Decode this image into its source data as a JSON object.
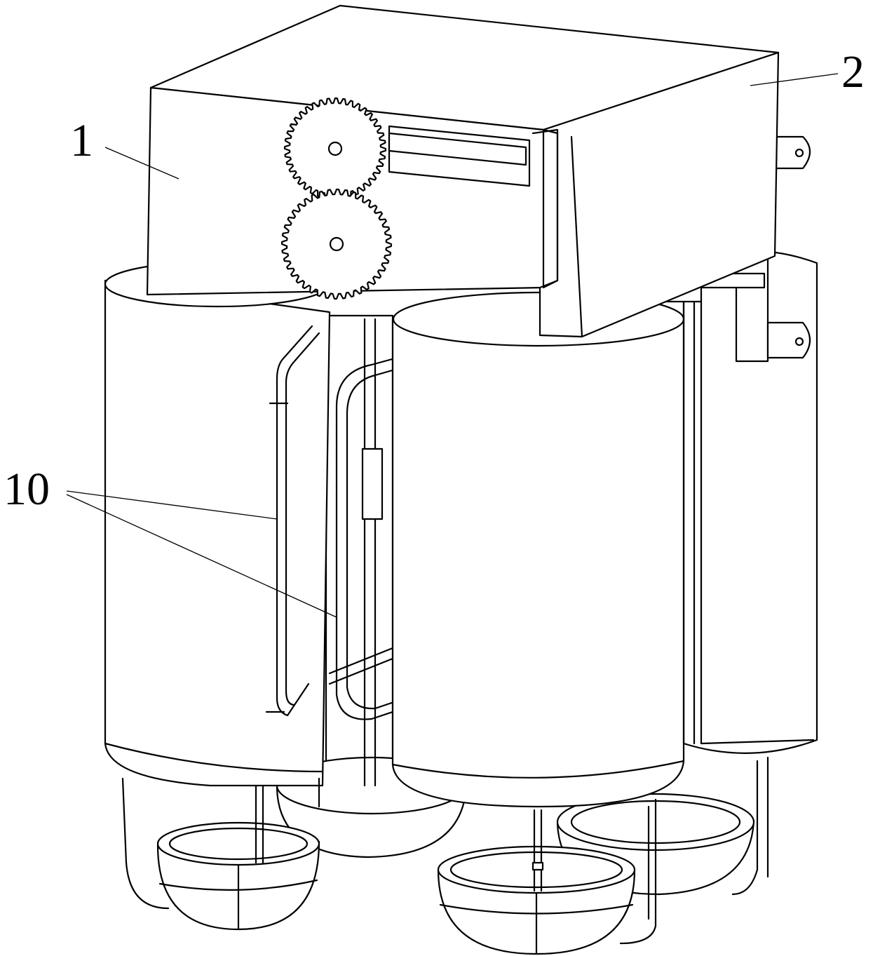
{
  "figure": {
    "labels": [
      {
        "id": "label-1",
        "text": "1"
      },
      {
        "id": "label-2",
        "text": "2"
      },
      {
        "id": "label-10",
        "text": "10"
      }
    ]
  }
}
